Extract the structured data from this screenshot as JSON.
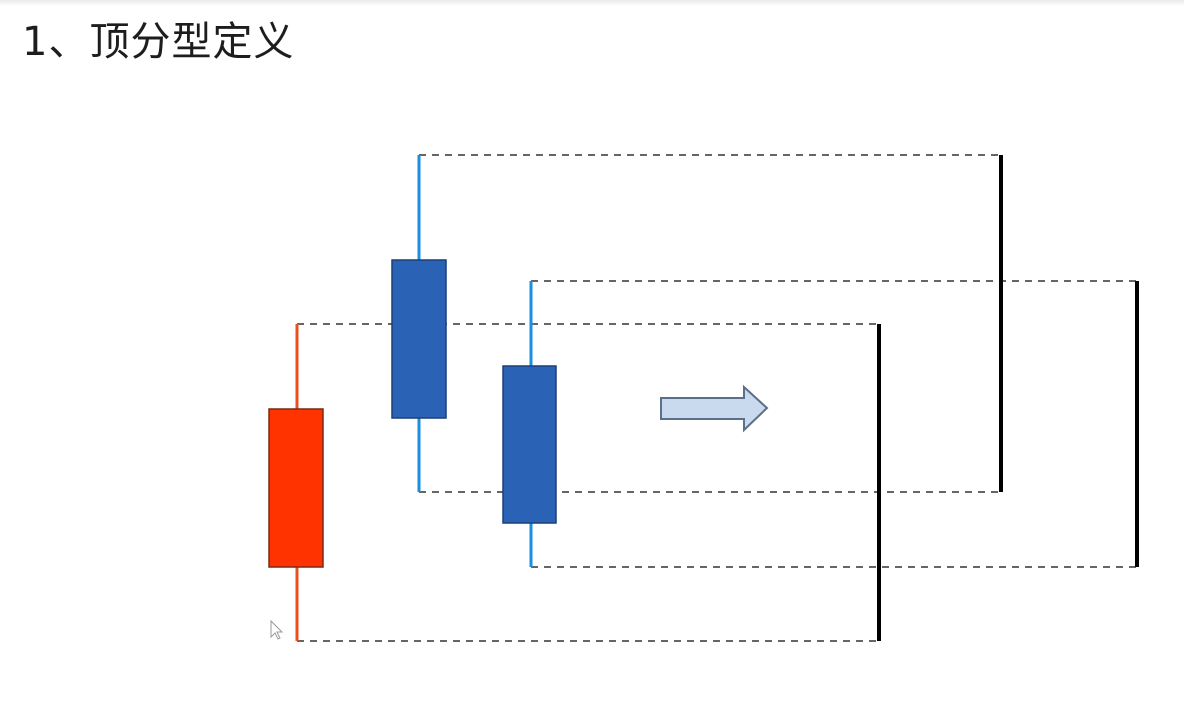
{
  "slide": {
    "title": "1、顶分型定义"
  },
  "diagram": {
    "candles": [
      {
        "name": "left-red-candle",
        "color": "#ff3300",
        "wick_color": "#e8501f"
      },
      {
        "name": "middle-blue-candle",
        "color": "#2a63b6",
        "wick_color": "#1a8fe0"
      },
      {
        "name": "right-blue-candle",
        "color": "#2a63b6",
        "wick_color": "#1a8fe0"
      }
    ],
    "range_line_color": "#000000",
    "guide_line_color": "#666666",
    "arrow": {
      "icon": "right-arrow-icon",
      "fill": "#c9d9ee",
      "stroke": "#5c6f88"
    }
  }
}
